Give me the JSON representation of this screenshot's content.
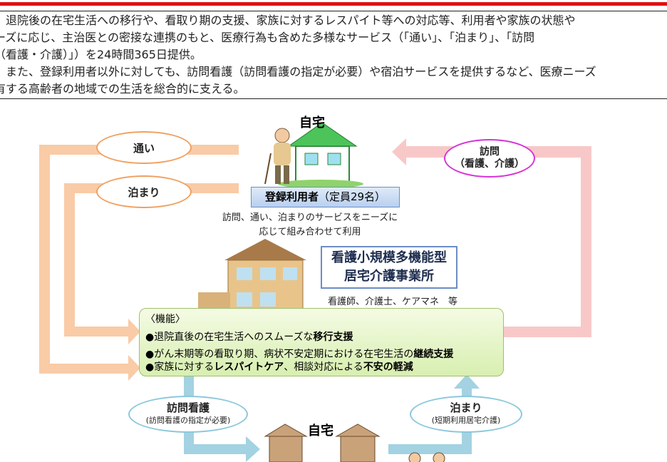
{
  "intro": {
    "lines": [
      "退院後の在宅生活への移行や、看取り期の支援、家族に対するレスパイト等への対応等、利用者や家族の状態や",
      "ーズに応じ、主治医との密接な連携のもと、医療行為も含めた多様なサービス（「通い」、「泊まり」、「訪問",
      "（看護・介護）」）を24時間365日提供。",
      "また、登録利用者以外に対しても、訪問看護（訪問看護の指定が必要）や宿泊サービスを提供するなど、医療ニーズ",
      "有する高齢者の地域での生活を総合的に支える。"
    ]
  },
  "diagram": {
    "home_top": "自宅",
    "kayoi": "通い",
    "tomari": "泊まり",
    "houmon": "訪問",
    "houmon_sub": "（看護、介護）",
    "registered_bold": "登録利用者",
    "registered_note": "（定員29名）",
    "combine": [
      "訪問、通い、泊まりのサービスをニーズに",
      "応じて組み合わせて利用"
    ],
    "office": [
      "看護小規模多機能型",
      "居宅介護事業所"
    ],
    "staff": "看護師、介護士、ケアマネ　等",
    "functions": {
      "heading": "〈機能〉",
      "items": [
        {
          "pre": "●退院直後の在宅生活へのスムーズな",
          "bold": "移行支援",
          "post": ""
        },
        {
          "pre": "●がん末期等の看取り期、病状不安定期における在宅生活の",
          "bold": "継続支援",
          "post": ""
        },
        {
          "pre": "●家族に対する",
          "bold": "レスパイトケア",
          "post": "、相談対応による",
          "bold2": "不安の軽減"
        }
      ]
    },
    "visit_nursing": "訪問看護",
    "visit_nursing_sub": "(訪問看護の指定が必要)",
    "short_stay": "泊まり",
    "short_stay_sub": "(短期利用居宅介護)",
    "home_bottom": "自宅"
  },
  "colors": {
    "orange": "#f9cba6",
    "pink": "#f8c8c8",
    "blue": "#9fd0e0",
    "magenta": "#d633d6"
  }
}
